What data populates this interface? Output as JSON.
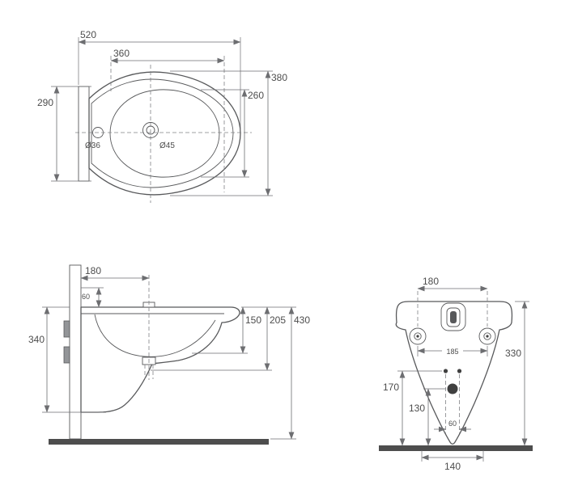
{
  "top_view": {
    "dim_overall_width": "520",
    "dim_inner_width": "360",
    "dim_left_depth": "290",
    "dim_overall_depth": "380",
    "dim_basin_depth": "260",
    "dim_tap_hole": "Ø36",
    "dim_drain_hole": "Ø45"
  },
  "side_view": {
    "dim_wall_to_axis": "180",
    "dim_bracket_offset": "60",
    "dim_body_height": "340",
    "dim_basin_inner_depth": "150",
    "dim_body_depth": "205",
    "dim_rim_height": "430"
  },
  "front_view": {
    "dim_fixing_spacing_top": "180",
    "dim_width_at_fixings": "185",
    "dim_overall_height": "330",
    "dim_upper_holes_height": "170",
    "dim_outlet_height": "130",
    "dim_upper_holes_spacing": "60",
    "dim_fixing_spacing_bottom": "140"
  },
  "colors": {
    "outline": "#58595b",
    "dimension_line": "#6d6e71",
    "solid_fill": "#4d4d4d",
    "background": "#ffffff"
  }
}
